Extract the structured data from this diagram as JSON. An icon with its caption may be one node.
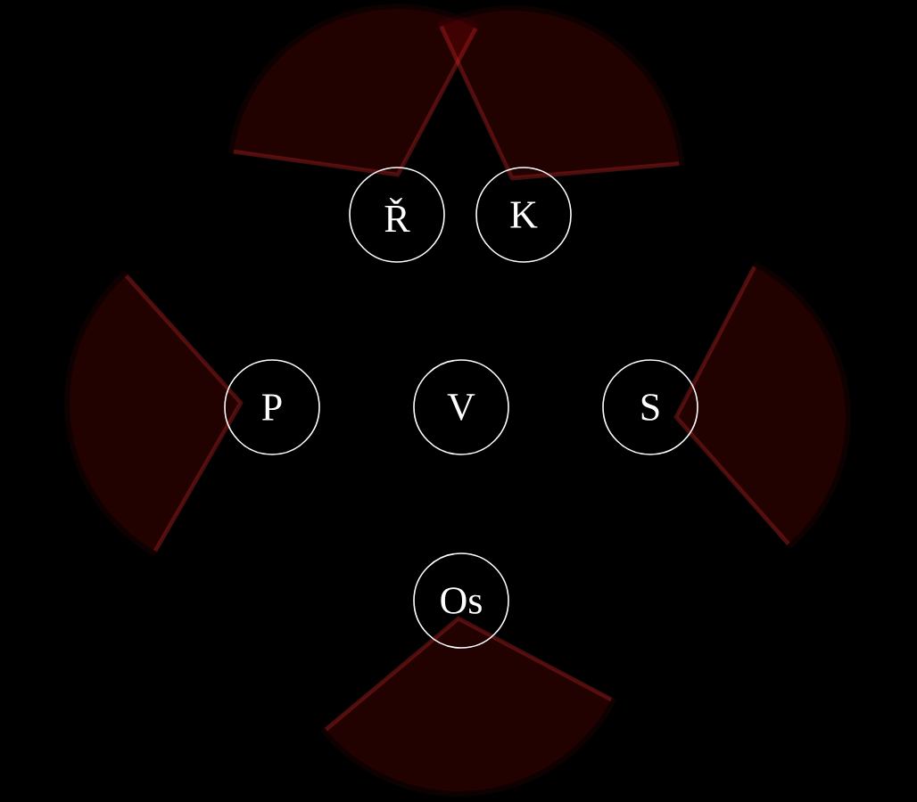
{
  "diagram": {
    "nodes": [
      {
        "text": [
          "Ř"
        ]
      },
      {
        "text": [
          "K"
        ]
      },
      {
        "text": [
          "P"
        ]
      },
      {
        "text": [
          "V"
        ]
      },
      {
        "text": [
          "S"
        ]
      },
      {
        "text": [
          "Os"
        ]
      }
    ]
  }
}
